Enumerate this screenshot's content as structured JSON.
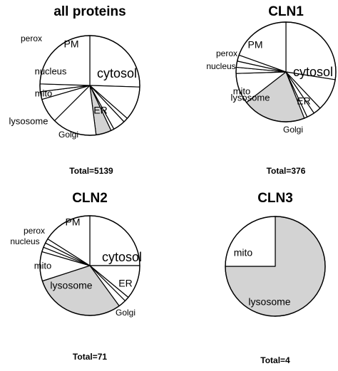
{
  "figure": {
    "colors": {
      "stroke": "#000000",
      "default_fill": "#ffffff",
      "highlight_fill": "#d3d3d3"
    }
  },
  "chart_data": [
    {
      "type": "pie",
      "title": "all proteins",
      "total_label": "Total=5139",
      "total": 5139,
      "slices": [
        {
          "label": "cytosol",
          "percent": 25.5,
          "highlight": false
        },
        {
          "label": "ER",
          "percent": 11.0,
          "highlight": false
        },
        {
          "label": "",
          "percent": 1.5,
          "highlight": false
        },
        {
          "label": "Golgi",
          "percent": 4.0,
          "highlight": false
        },
        {
          "label": "",
          "percent": 1.0,
          "highlight": false
        },
        {
          "label": "lysosome",
          "percent": 5.0,
          "highlight": true
        },
        {
          "label": "mito",
          "percent": 14.5,
          "highlight": false
        },
        {
          "label": "nucleus",
          "percent": 8.0,
          "highlight": false
        },
        {
          "label": "",
          "percent": 2.5,
          "highlight": false
        },
        {
          "label": "perox",
          "percent": 2.5,
          "highlight": false
        },
        {
          "label": "PM",
          "percent": 24.5,
          "highlight": false
        }
      ]
    },
    {
      "type": "pie",
      "title": "CLN1",
      "total_label": "Total=376",
      "total": 376,
      "slices": [
        {
          "label": "cytosol",
          "percent": 27.5,
          "highlight": false
        },
        {
          "label": "ER",
          "percent": 10.5,
          "highlight": false
        },
        {
          "label": "",
          "percent": 2.5,
          "highlight": false
        },
        {
          "label": "Golgi",
          "percent": 2.5,
          "highlight": false
        },
        {
          "label": "",
          "percent": 1.0,
          "highlight": false
        },
        {
          "label": "lysosome",
          "percent": 20.5,
          "highlight": true
        },
        {
          "label": "mito",
          "percent": 10.0,
          "highlight": false
        },
        {
          "label": "nucleus",
          "percent": 2.0,
          "highlight": false
        },
        {
          "label": "",
          "percent": 2.0,
          "highlight": false
        },
        {
          "label": "perox",
          "percent": 2.0,
          "highlight": false
        },
        {
          "label": "PM",
          "percent": 19.5,
          "highlight": false
        }
      ]
    },
    {
      "type": "pie",
      "title": "CLN2",
      "total_label": "Total=71",
      "total": 71,
      "slices": [
        {
          "label": "cytosol",
          "percent": 25.0,
          "highlight": false
        },
        {
          "label": "ER",
          "percent": 11.0,
          "highlight": false
        },
        {
          "label": "",
          "percent": 1.5,
          "highlight": false
        },
        {
          "label": "Golgi",
          "percent": 2.5,
          "highlight": false
        },
        {
          "label": "lysosome",
          "percent": 30.0,
          "highlight": true
        },
        {
          "label": "mito",
          "percent": 9.5,
          "highlight": false
        },
        {
          "label": "nucleus",
          "percent": 1.5,
          "highlight": false
        },
        {
          "label": "",
          "percent": 1.5,
          "highlight": false
        },
        {
          "label": "perox",
          "percent": 1.5,
          "highlight": false
        },
        {
          "label": "PM",
          "percent": 16.0,
          "highlight": false
        }
      ]
    },
    {
      "type": "pie",
      "title": "CLN3",
      "total_label": "Total=4",
      "total": 4,
      "slices": [
        {
          "label": "lysosome",
          "percent": 75.0,
          "highlight": true
        },
        {
          "label": "mito",
          "percent": 25.0,
          "highlight": false
        }
      ]
    }
  ]
}
